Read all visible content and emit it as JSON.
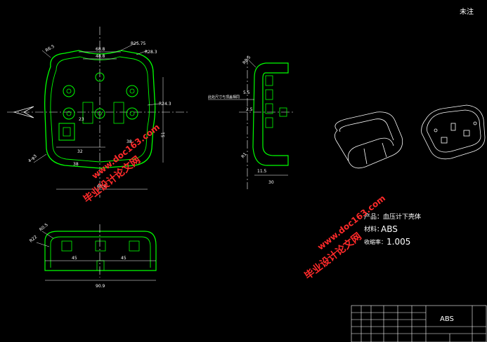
{
  "corner_note": "未注",
  "plan_view": {
    "dims": [
      "R25.75",
      "R28.3",
      "R6.5",
      "68.8",
      "48.8",
      "R24.3",
      "32",
      "23",
      "4-φ3",
      "38",
      "60.4",
      "38",
      "51"
    ]
  },
  "side_view": {
    "dims": [
      "R8.5",
      "5.5",
      "2.5",
      "R1",
      "11.5",
      "30"
    ],
    "note": "此处尺寸与顶盖相同"
  },
  "bottom_view": {
    "dims": [
      "R0.5",
      "R22",
      "45",
      "45",
      "90.9"
    ]
  },
  "info": {
    "product": "产品：血压计下壳体",
    "material_label": "材料：",
    "material": "ABS",
    "shrink_label": "收缩率：",
    "shrink": "1.005"
  },
  "title_block": {
    "material": "ABS"
  },
  "watermarks": [
    {
      "cn": "毕业设计论文网",
      "url": "www.doc163.com"
    },
    {
      "cn": "毕业设计论文网",
      "url": "www.doc163.com"
    }
  ],
  "colors": {
    "outline": "#00ff00",
    "centerline": "#ffffff",
    "dimension": "#ffffff",
    "watermark": "#ff2a2a"
  }
}
